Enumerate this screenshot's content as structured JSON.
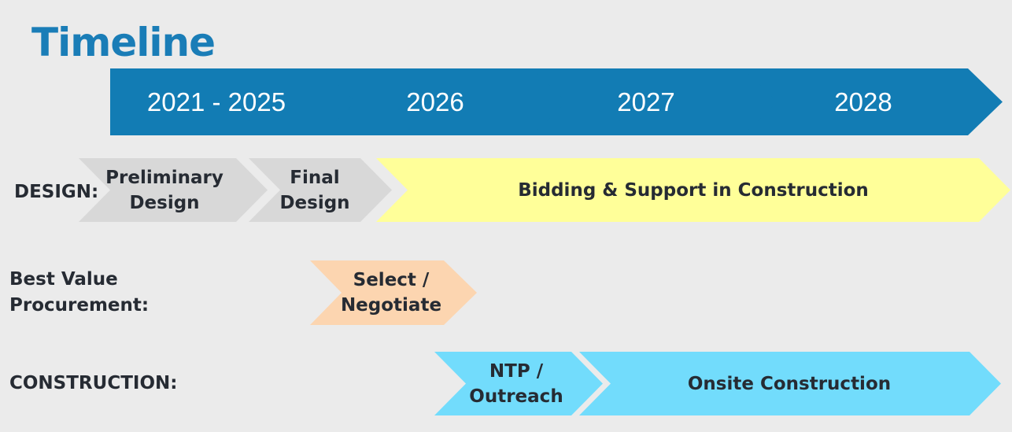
{
  "title": "Timeline",
  "years": [
    "2021 - 2025",
    "2026",
    "2027",
    "2028"
  ],
  "lanes": {
    "design": {
      "label": "DESIGN:",
      "phases": [
        {
          "line1": "Preliminary",
          "line2": "Design"
        },
        {
          "line1": "Final",
          "line2": "Design"
        },
        {
          "line1": "Bidding & Support in Construction",
          "line2": ""
        }
      ]
    },
    "procurement": {
      "label_line1": "Best Value",
      "label_line2": "Procurement:",
      "phases": [
        {
          "line1": "Select /",
          "line2": "Negotiate"
        }
      ]
    },
    "construction": {
      "label": "CONSTRUCTION:",
      "phases": [
        {
          "line1": "NTP /",
          "line2": "Outreach"
        },
        {
          "line1": "Onsite Construction",
          "line2": ""
        }
      ]
    }
  },
  "colors": {
    "title": "#1a7db7",
    "years": "#127cb4",
    "design_early": "#d8d8d8",
    "design_support": "#ffff99",
    "procurement": "#fcd5b0",
    "construction": "#72dcfc"
  }
}
